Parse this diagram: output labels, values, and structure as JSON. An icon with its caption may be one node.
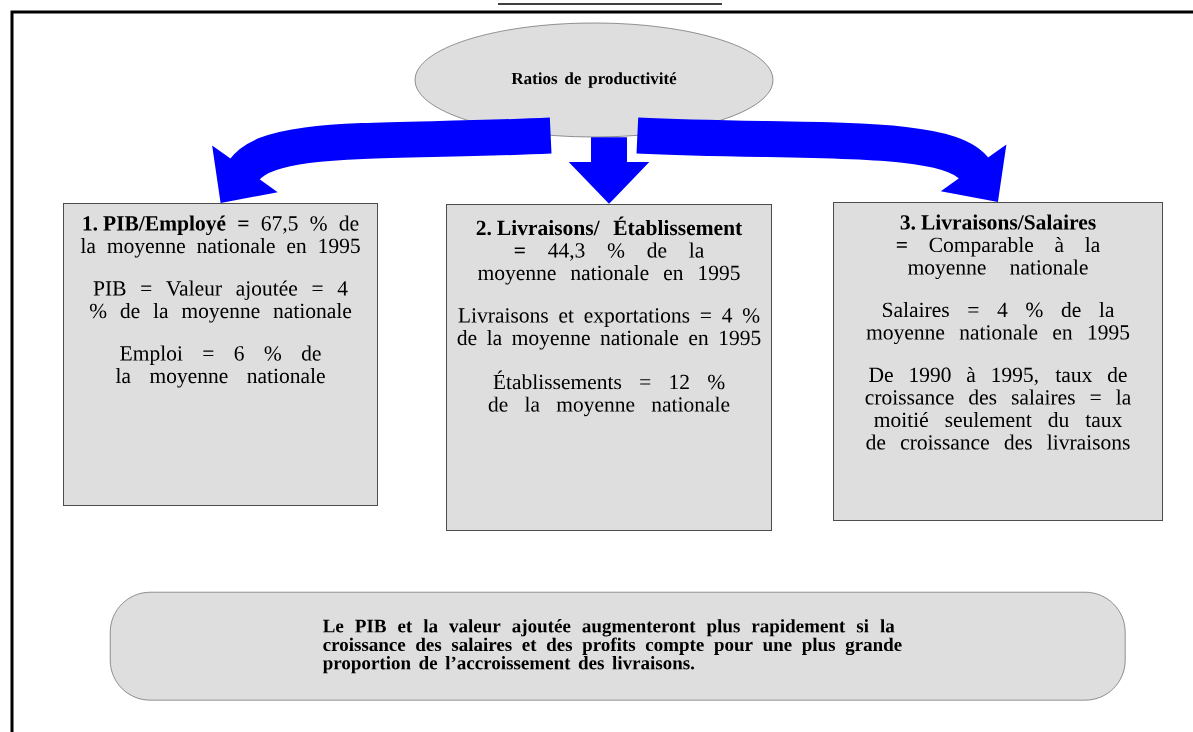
{
  "diagram": {
    "nodes": [
      {
        "text": [
          "Ratios de productivité"
        ]
      },
      {
        "text": [
          "**1. PIB/Employé =** 67,5 % de la moyenne nationale en 1995",
          "PIB = Valeur ajoutée = 4 % de la moyenne nationale",
          "Emploi = 6 % de la moyenne nationale"
        ]
      },
      {
        "text": [
          "**2. Livraisons/ Établissement =** 44,3 % de la moyenne nationale en 1995",
          "Livraisons et exportations = 4 % de la moyenne nationale en 1995",
          "Établissements = 12 % de la moyenne nationale"
        ]
      },
      {
        "text": [
          "**3. Livraisons/Salaires =** Comparable à la moyenne nationale",
          "Salaires = 4 % de la moyenne nationale en 1995",
          "De 1990 à 1995, taux de croissance des salaires = la moitié seulement du taux de croissance des livraisons"
        ]
      },
      {
        "text": [
          "Le PIB et la valeur ajoutée augmenteront plus rapidement si la croissance des salaires et des profits compte pour une plus grande proportion de l’accroissement des livraisons."
        ]
      }
    ],
    "edges": [
      {
        "from": 0,
        "to": 1,
        "arrow": "to"
      },
      {
        "from": 0,
        "to": 2,
        "arrow": "to"
      },
      {
        "from": 0,
        "to": 3,
        "arrow": "to"
      }
    ]
  }
}
